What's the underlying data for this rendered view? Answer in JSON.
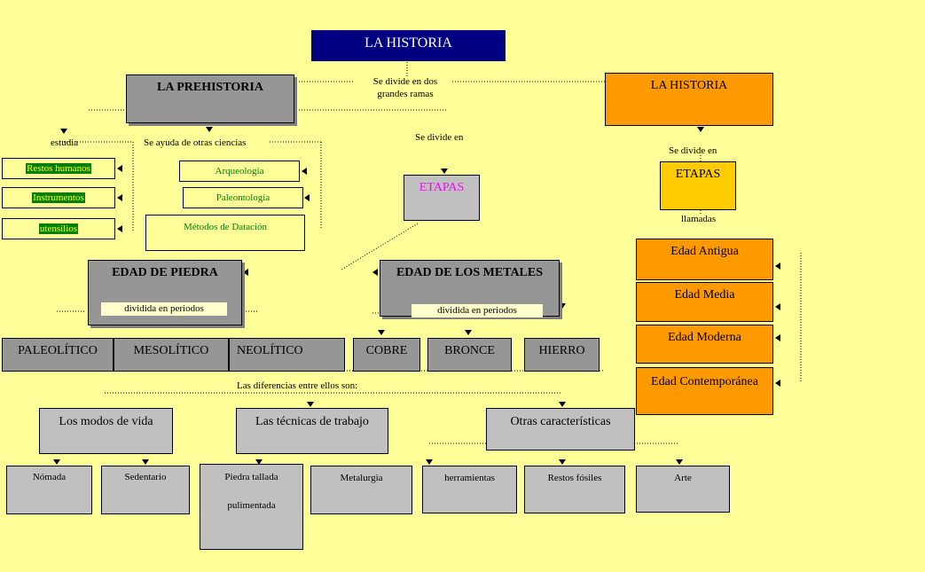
{
  "title": "LA HISTORIA",
  "connector_main": "Se divide en dos grandes ramas",
  "prehistoria": {
    "title": "LA PREHISTORIA",
    "estudia_label": "estudia",
    "estudia_items": [
      "Restos humanos",
      "Instrumentos",
      "utensilios"
    ],
    "ciencias_label": "Se ayuda de otras ciencias",
    "ciencias_items": [
      "Arqueología",
      "Paleontología",
      "Métodos de Datación"
    ],
    "divide_label": "Se divide en",
    "etapas": "ETAPAS"
  },
  "historia": {
    "title": "LA HISTORIA",
    "divide_label": "Se divide en",
    "etapas": "ETAPAS",
    "llamadas_label": "llamadas",
    "edades": [
      "Edad Antigua",
      "Edad Media",
      "Edad Moderna",
      "Edad Contemporánea"
    ]
  },
  "piedra": {
    "title": "EDAD DE PIEDRA",
    "sub": "dividida en periodos",
    "periodos": [
      "PALEOLÍTICO",
      "MESOLÍTICO",
      "NEOLÍTICO"
    ]
  },
  "metales": {
    "title": "EDAD DE LOS METALES",
    "sub": "dividida en periodos",
    "periodos": [
      "COBRE",
      "BRONCE",
      "HIERRO"
    ]
  },
  "diferencias_label": "Las diferencias entre ellos son:",
  "diferencias": {
    "modos": {
      "title": "Los modos de vida",
      "items": [
        "Nómada",
        "Sedentario"
      ]
    },
    "tecnicas": {
      "title": "Las técnicas de trabajo",
      "items": [
        "Piedra tallada",
        "pulimentada",
        "Metalurgia"
      ]
    },
    "otras": {
      "title": "Otras características",
      "items": [
        "herramientas",
        "Restos fósiles",
        "Arte"
      ]
    }
  },
  "colors": {
    "background": "#ffff99",
    "title_box": "#000080",
    "gray_box": "#c0c0c0",
    "dark_gray_box": "#969696",
    "orange_box": "#ff9900",
    "gold_box": "#ffcc00",
    "highlight_green": "#008000"
  }
}
